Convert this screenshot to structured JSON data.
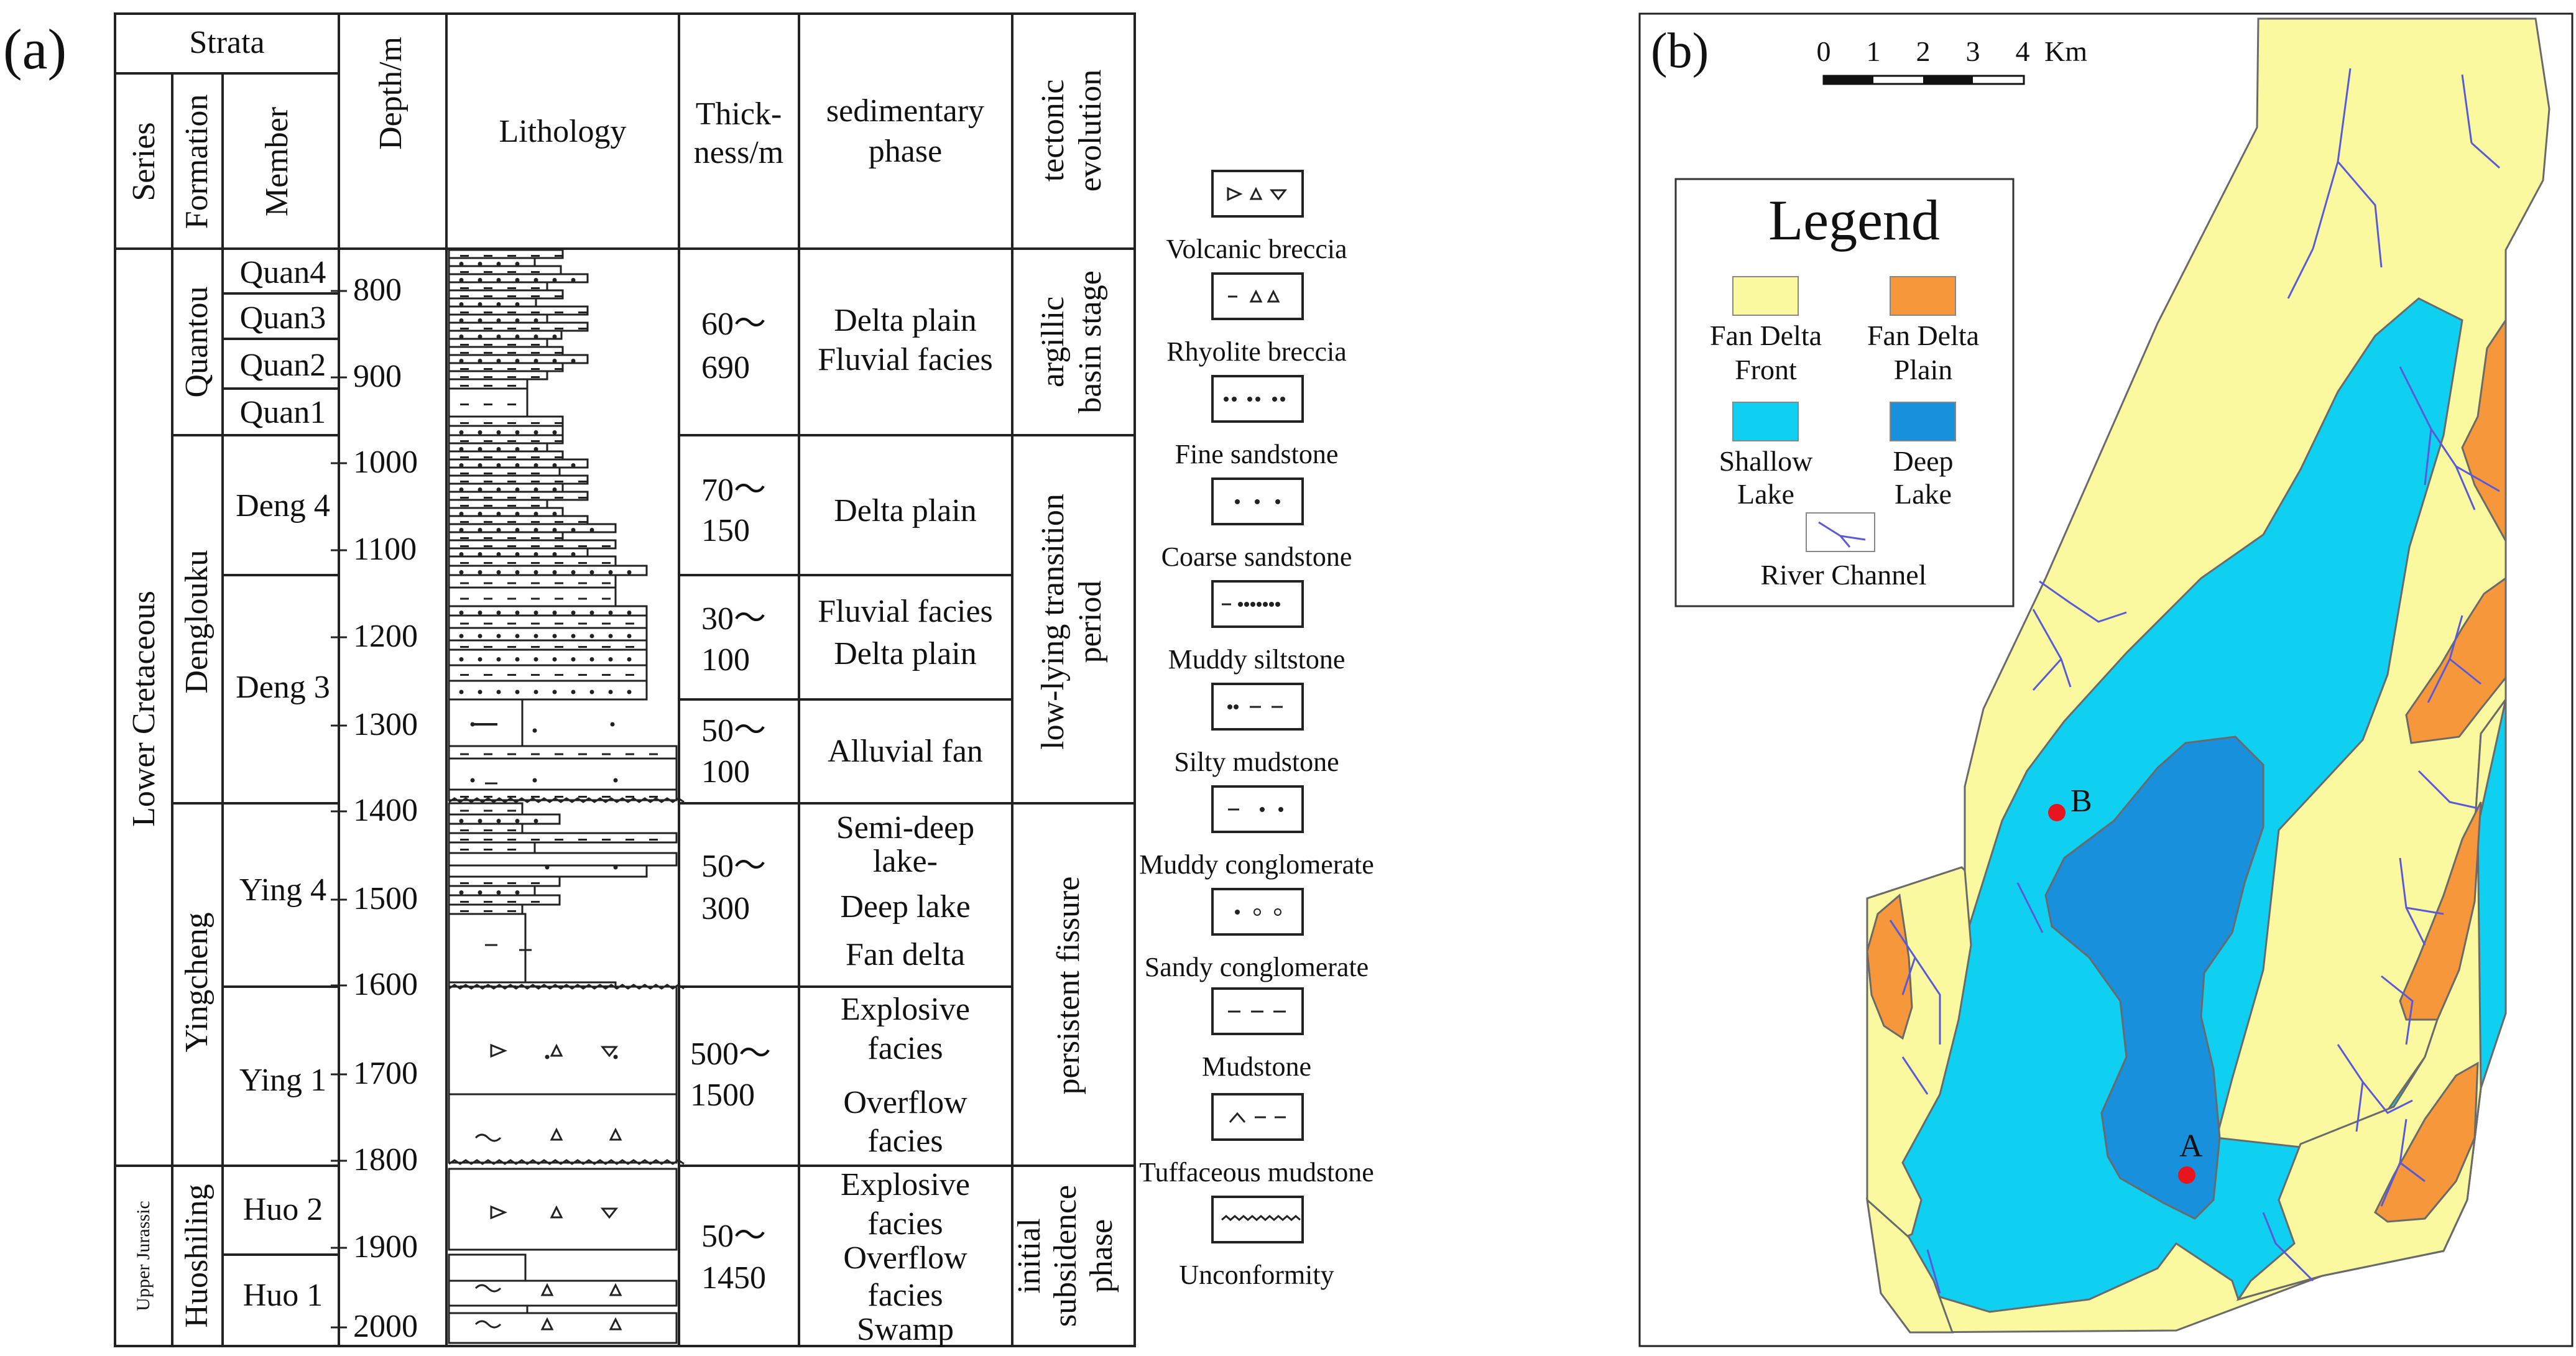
{
  "panel_a": {
    "label": "(a)",
    "headers": {
      "strata": "Strata",
      "series": "Series",
      "formation": "Formation",
      "member": "Member",
      "depth": "Depth/m",
      "lithology": "Lithology",
      "thickness_1": "Thick-",
      "thickness_2": "ness/m",
      "phase_1": "sedimentary",
      "phase_2": "phase",
      "tectonic_1": "tectonic",
      "tectonic_2": "evolution"
    },
    "series": [
      "Lower Cretaceous",
      "Upper Jurassic"
    ],
    "formations": [
      "Quantou",
      "Denglouku",
      "Yingcheng",
      "Huoshiling"
    ],
    "members": [
      "Quan4",
      "Quan3",
      "Quan2",
      "Quan1",
      "Deng 4",
      "Deng 3",
      "Ying 4",
      "Ying 1",
      "Huo 2",
      "Huo 1"
    ],
    "depth_ticks": [
      "800",
      "900",
      "1000",
      "1100",
      "1200",
      "1300",
      "1400",
      "1500",
      "1600",
      "1700",
      "1800",
      "1900",
      "2000"
    ],
    "thickness": [
      [
        "60～",
        "690"
      ],
      [
        "70～",
        "150"
      ],
      [
        "30～",
        "100"
      ],
      [
        "50～",
        "100"
      ],
      [
        "50～",
        "300"
      ],
      [
        "500～",
        "1500"
      ],
      [
        "50～",
        "1450"
      ]
    ],
    "phases": [
      [
        "Delta plain",
        "Fluvial facies"
      ],
      [
        "Delta plain"
      ],
      [
        "Fluvial facies",
        "Delta plain"
      ],
      [
        "Alluvial fan"
      ],
      [
        "Semi-deep",
        "lake-",
        "Deep lake",
        "Fan delta"
      ],
      [
        "Explosive",
        "facies",
        "Overflow",
        "facies"
      ],
      [
        "Explosive",
        "facies",
        "Overflow",
        "facies",
        "Swamp"
      ]
    ],
    "tectonic": [
      [
        "argillic",
        "basin stage"
      ],
      [
        "low-lying transition",
        "period"
      ],
      [
        "persistent fissure"
      ],
      [
        "initial",
        "subsidence",
        "phase"
      ]
    ],
    "legend": [
      "Volcanic breccia",
      "Rhyolite breccia",
      "Fine sandstone",
      "Coarse sandstone",
      "Muddy siltstone",
      "Silty mudstone",
      "Muddy conglomerate",
      "Sandy conglomerate",
      "Mudstone",
      "Tuffaceous mudstone",
      "Unconformity"
    ]
  },
  "panel_b": {
    "label": "(b)",
    "scale_ticks": [
      "0",
      "1",
      "2",
      "3",
      "4"
    ],
    "scale_unit": "Km",
    "legend_title": "Legend",
    "legend_items": [
      {
        "label_1": "Fan Delta",
        "label_2": "Front",
        "color": "#fbf9a0"
      },
      {
        "label_1": "Fan Delta",
        "label_2": "Plain",
        "color": "#f6973c"
      },
      {
        "label_1": "Shallow",
        "label_2": "Lake",
        "color": "#0fd0f0"
      },
      {
        "label_1": "Deep",
        "label_2": "Lake",
        "color": "#1890dc"
      }
    ],
    "channel_label": "River Channel",
    "points": [
      "A",
      "B"
    ],
    "colors": {
      "fan_delta_front": "#fbf9a0",
      "fan_delta_plain": "#f6973c",
      "shallow_lake": "#0fd0f0",
      "deep_lake": "#1890dc",
      "river_channel": "#5a5ad8",
      "point": "#e8141e"
    }
  }
}
